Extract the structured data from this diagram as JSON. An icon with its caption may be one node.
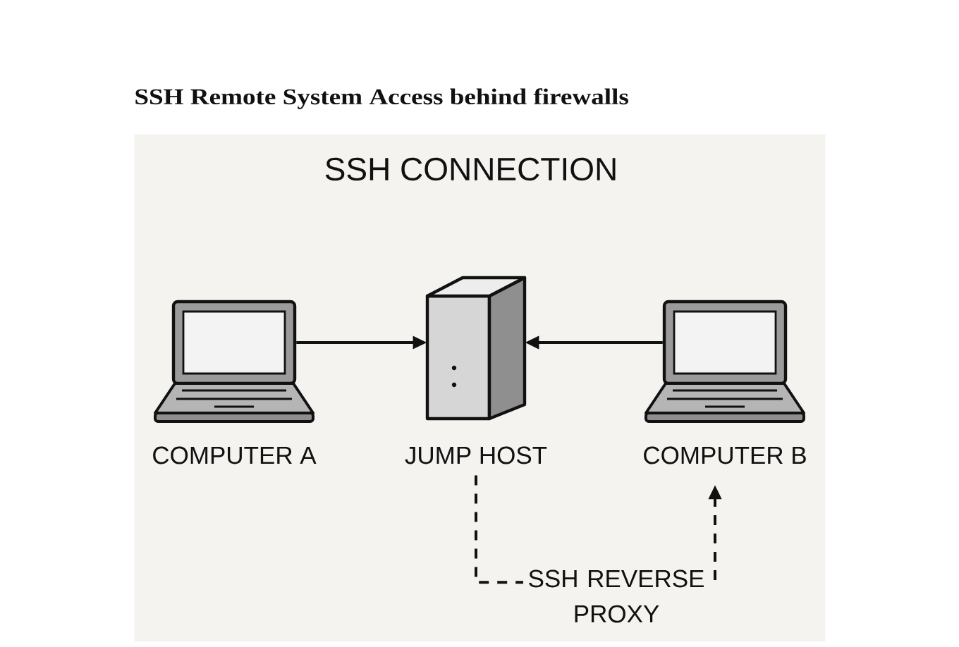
{
  "diagram": {
    "title": "SSH Remote System Access behind firewalls",
    "nodes": [
      {
        "text": [
          "SSH CONNECTION"
        ]
      },
      {
        "text": [
          "COMPUTER A"
        ],
        "in": 0
      },
      {
        "text": [
          "JUMP HOST"
        ],
        "in": 0
      },
      {
        "text": [
          "COMPUTER B"
        ],
        "in": 0
      }
    ],
    "edges": [
      {
        "from": 1,
        "to": 2,
        "arrow": "to"
      },
      {
        "from": 3,
        "to": 2,
        "arrow": "to"
      },
      {
        "from": 2,
        "to": 3,
        "arrow": "to",
        "label": "SSH REVERSE PROXY",
        "style": "dashed"
      }
    ]
  }
}
